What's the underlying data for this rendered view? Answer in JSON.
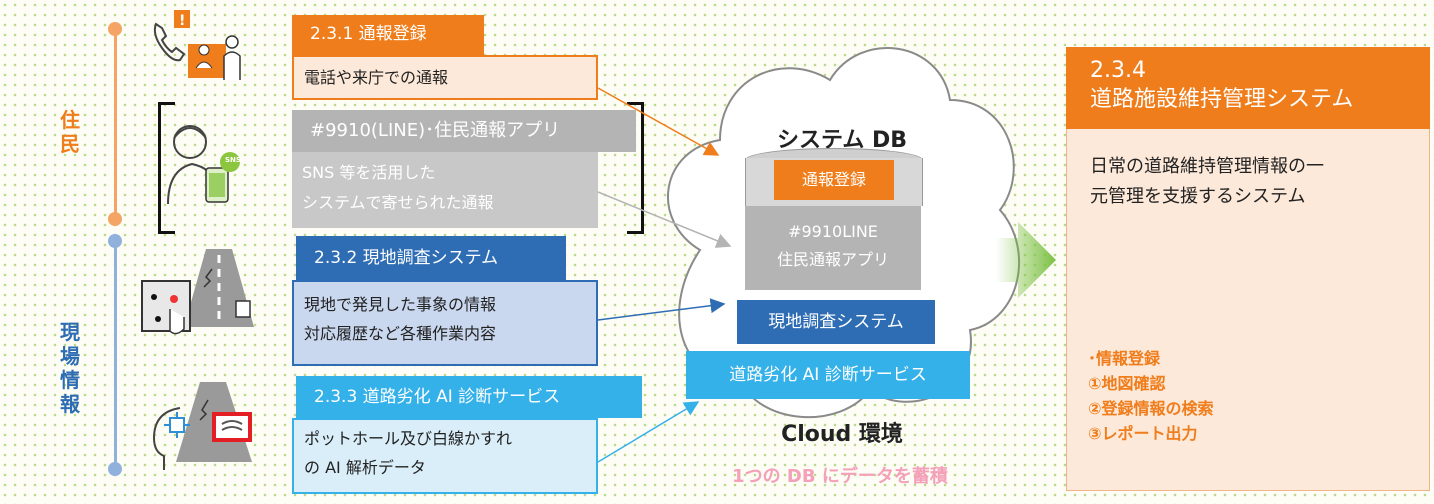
{
  "timeline": {
    "resident_label": "住民",
    "field_label": "現場情報"
  },
  "sections": {
    "report": {
      "title": "2.3.1 通報登録",
      "desc": "電話や来庁での通報"
    },
    "line": {
      "title": "#9910(LINE)･住民通報アプリ",
      "desc_line1": "SNS 等を活用した",
      "desc_line2": "システムで寄せられた通報",
      "sns_badge": "SNS"
    },
    "survey": {
      "title": "2.3.2 現地調査システム",
      "desc_line1": "現地で発見した事象の情報",
      "desc_line2": "対応履歴など各種作業内容"
    },
    "ai": {
      "title": "2.3.3 道路劣化 AI 診断サービス",
      "desc_line1": "ポットホール及び白線かすれ",
      "desc_line2": "の AI 解析データ"
    }
  },
  "cloud": {
    "db_title": "システム DB",
    "layer_report": "通報登録",
    "layer_line1": "#9910LINE",
    "layer_line2": "住民通報アプリ",
    "layer_survey": "現地調査システム",
    "layer_ai": "道路劣化 AI 診断サービス",
    "env_label": "Cloud 環境",
    "footer": "1つの DB にデータを蓄積"
  },
  "system": {
    "number": "2.3.4",
    "title": "道路施設維持管理システム",
    "desc_line1": "日常の道路維持管理情報の一",
    "desc_line2": "元管理を支援するシステム",
    "functions": [
      "･情報登録",
      "①地図確認",
      "②登録情報の検索",
      "③レポート出力"
    ]
  },
  "colors": {
    "orange": "#f07d1b",
    "gray": "#b4b4b4",
    "blue": "#2e6db4",
    "cyan": "#35b1e9",
    "green": "#7bc043"
  }
}
